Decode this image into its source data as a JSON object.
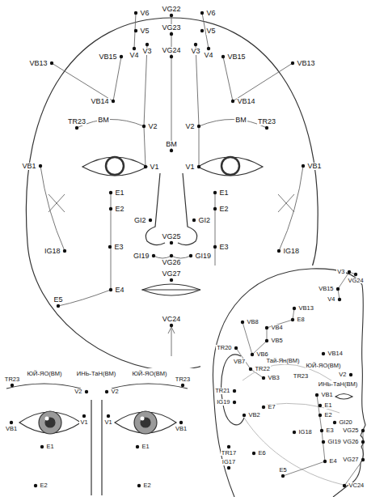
{
  "diagram": {
    "labels": [
      "VG22",
      "V6",
      "V6",
      "VG23",
      "V5",
      "V5",
      "VB13",
      "VB15",
      "V4",
      "V3",
      "VG24",
      "V3",
      "V4",
      "VB15",
      "VB13",
      "VB14",
      "VB14",
      "TR23",
      "BM",
      "V2",
      "V2",
      "BM",
      "TR23",
      "BM",
      "VB1",
      "V1",
      "V1",
      "VB1",
      "E1",
      "E1",
      "E2",
      "E2",
      "GI2",
      "GI2",
      "VG25",
      "IG18",
      "E3",
      "E3",
      "IG18",
      "GI19",
      "VG26",
      "GI19",
      "VG27",
      "E5",
      "E4",
      "VC24",
      "TR23",
      "ЮЙ-ЯО(ВМ)",
      "ИНЬ-ТаН(ВМ)",
      "ЮЙ-ЯО(ВМ)",
      "TR23",
      "V2",
      "V2",
      "VB1",
      "V1",
      "V1",
      "VB1",
      "E1",
      "E1",
      "E2",
      "E2",
      "V3",
      "VG24",
      "VB15",
      "V4",
      "VB13",
      "E8",
      "VB8",
      "VB4",
      "VB5",
      "TR20",
      "VB6",
      "VB7",
      "TR22",
      "Тай-Ян(ВМ)",
      "VB14",
      "ЮЙ-ЯО(ВМ)",
      "VB3",
      "TR23",
      "V2",
      "ИНЬ-ТаН(ВМ)",
      "VB1",
      "TR21",
      "IG19",
      "E7",
      "E1",
      "VB2",
      "E2",
      "GI20",
      "IG18",
      "E3",
      "VG25",
      "GI19",
      "VG26",
      "TR17",
      "E6",
      "IG17",
      "E4",
      "VG27",
      "E5",
      "VC24"
    ]
  }
}
